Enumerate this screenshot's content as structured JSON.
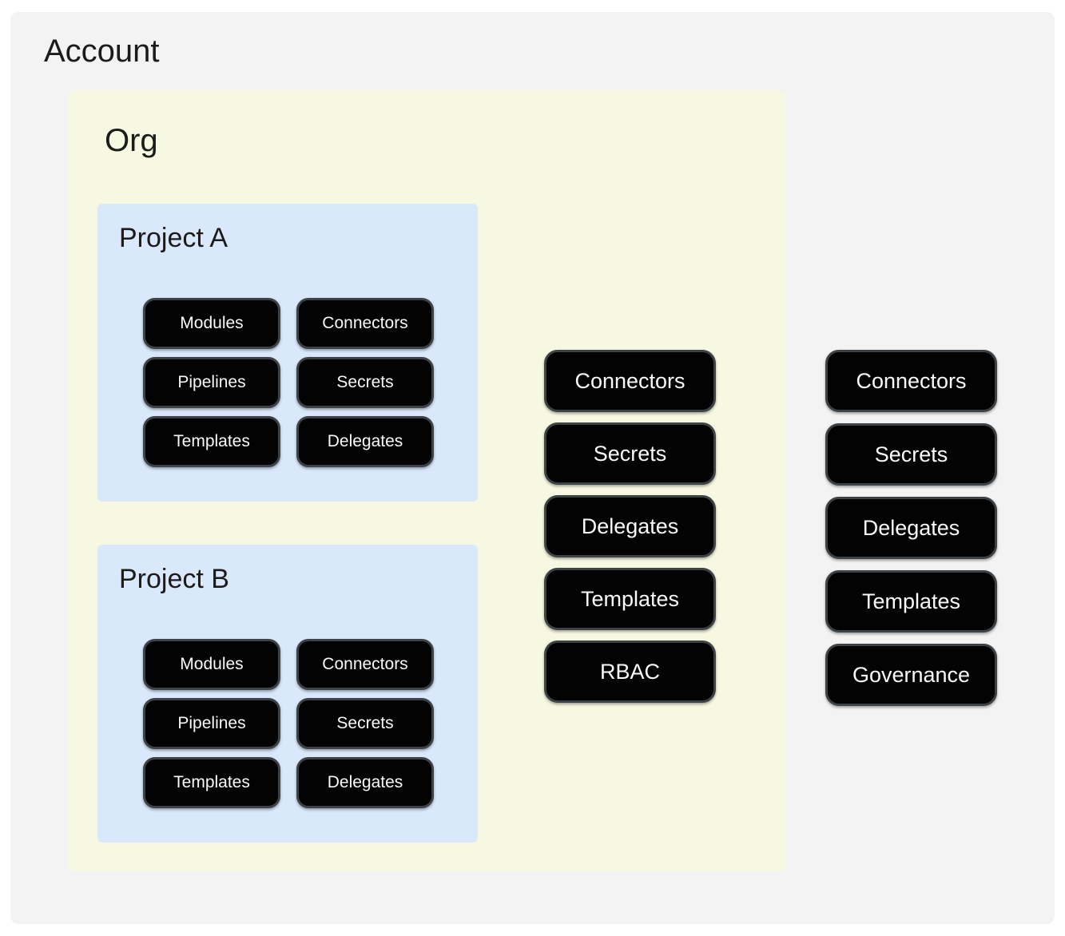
{
  "account": {
    "title": "Account",
    "items": [
      "Connectors",
      "Secrets",
      "Delegates",
      "Templates",
      "Governance"
    ],
    "org": {
      "title": "Org",
      "items": [
        "Connectors",
        "Secrets",
        "Delegates",
        "Templates",
        "RBAC"
      ],
      "projects": [
        {
          "title": "Project A",
          "items": [
            "Modules",
            "Connectors",
            "Pipelines",
            "Secrets",
            "Templates",
            "Delegates"
          ]
        },
        {
          "title": "Project B",
          "items": [
            "Modules",
            "Connectors",
            "Pipelines",
            "Secrets",
            "Templates",
            "Delegates"
          ]
        }
      ]
    }
  },
  "colors": {
    "canvas": "#ffffff",
    "account_bg": "#f3f3f3",
    "org_bg": "#f7f8e1",
    "project_bg": "#d9e9fb",
    "pill_bg": "#030303",
    "pill_border": "#3d4247",
    "pill_text": "#fafafa",
    "title_text": "#1b1b1b"
  }
}
